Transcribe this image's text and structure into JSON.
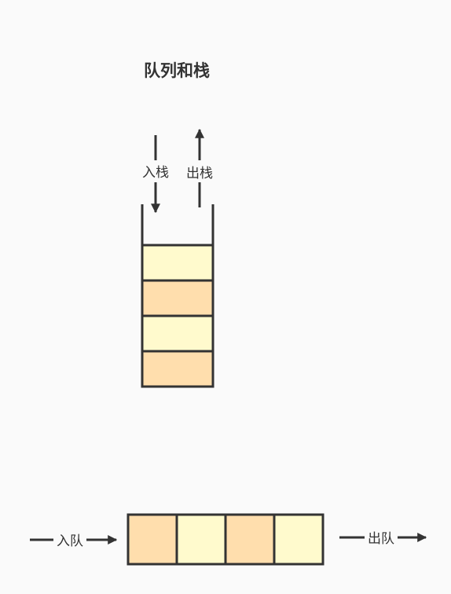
{
  "title": "队列和栈",
  "stack": {
    "push_label": "入栈",
    "pop_label": "出栈",
    "cells": [
      "#fffacd",
      "#ffdead",
      "#fffacd",
      "#ffdead"
    ]
  },
  "queue": {
    "enqueue_label": "入队",
    "dequeue_label": "出队",
    "cells": [
      "#ffdead",
      "#fffacd",
      "#ffdead",
      "#fffacd"
    ]
  },
  "colors": {
    "line": "#333333",
    "background": "#fafafa"
  }
}
